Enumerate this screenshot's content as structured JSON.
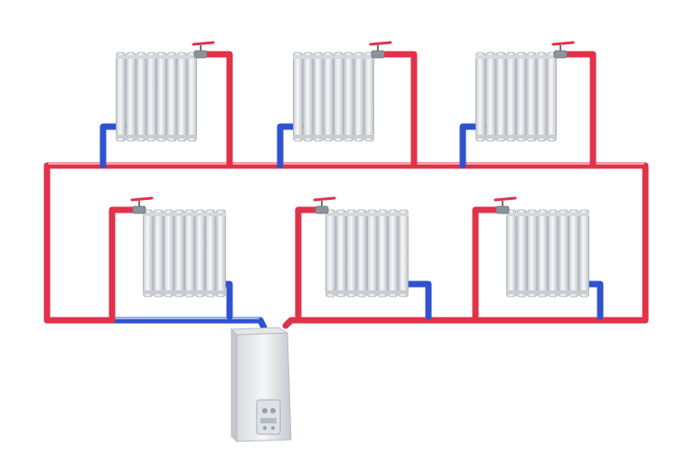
{
  "diagram": {
    "kind": "two-pipe heating system",
    "colors": {
      "supply_pipe": "#e0334a",
      "return_pipe": "#2f52cf",
      "radiator": "#e6e8eb",
      "boiler": "#eef0f2"
    },
    "components": {
      "boiler_count": 1,
      "radiator_count": 6,
      "valve_count": 6
    },
    "rows": [
      {
        "radiators": [
          "upper-left",
          "upper-center",
          "upper-right"
        ]
      },
      {
        "radiators": [
          "lower-left",
          "lower-center",
          "lower-right"
        ]
      }
    ],
    "icons": [
      "radiator-icon",
      "boiler-icon",
      "valve-icon"
    ]
  }
}
